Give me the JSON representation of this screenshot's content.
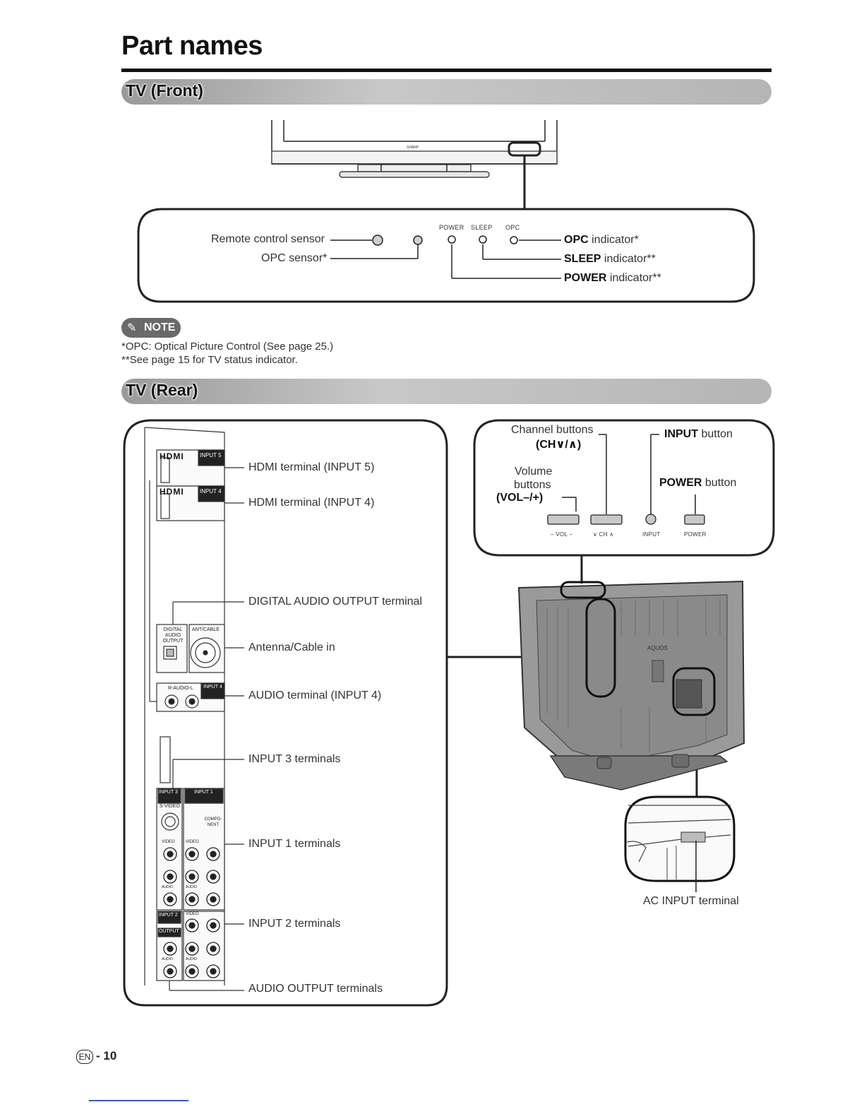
{
  "page": {
    "title": "Part names",
    "footer_lang": "EN",
    "footer_page": "- 10"
  },
  "front": {
    "heading": "TV (Front)",
    "logo": "SHARP",
    "remote_sensor": "Remote control sensor",
    "opc_sensor": "OPC sensor*",
    "top_power": "POWER",
    "top_sleep": "SLEEP",
    "top_opc": "OPC",
    "opc_ind_bold": "OPC",
    "opc_ind_rest": " indicator*",
    "sleep_ind_bold": "SLEEP",
    "sleep_ind_rest": " indicator**",
    "power_ind_bold": "POWER",
    "power_ind_rest": " indicator**"
  },
  "note": {
    "badge": "NOTE",
    "line1": "*OPC: Optical Picture Control (See page 25.)",
    "line2": "**See page 15 for TV status indicator."
  },
  "rear": {
    "heading": "TV (Rear)",
    "hdmi5": "HDMI terminal (INPUT 5)",
    "hdmi4": "HDMI terminal (INPUT 4)",
    "digital_audio": "DIGITAL AUDIO OUTPUT terminal",
    "antenna": "Antenna/Cable in",
    "audio4": "AUDIO terminal (INPUT 4)",
    "input3": "INPUT 3 terminals",
    "input1": "INPUT 1 terminals",
    "input2": "INPUT 2 terminals",
    "audio_out": "AUDIO OUTPUT terminals",
    "ac_input": "AC INPUT terminal",
    "panel_hdmi": "HDMI",
    "panel_input5": "INPUT 5",
    "panel_input4": "INPUT 4",
    "panel_digital": "DIGITAL AUDIO OUTPUT",
    "panel_antcable": "ANT/CABLE",
    "panel_raudiol": "R-AUDIO-L",
    "panel_input3": "INPUT 3",
    "panel_svideo": "S-VIDEO",
    "panel_input1": "INPUT 1",
    "panel_component": "COMPO-NENT",
    "panel_video": "VIDEO",
    "panel_audio": "AUDIO",
    "panel_input2": "INPUT 2",
    "panel_output": "OUTPUT",
    "tv_brand": "AQUOS"
  },
  "buttons": {
    "channel_line1": "Channel buttons",
    "channel_line2": "(CH∨/∧)",
    "volume_line1": "Volume",
    "volume_line2": "buttons",
    "volume_line3": "(VOL–/+)",
    "input_bold": "INPUT",
    "input_rest": " button",
    "power_bold": "POWER",
    "power_rest": " button",
    "lbl_vol": "– VOL –",
    "lbl_ch": "∨ CH ∧",
    "lbl_input": "INPUT",
    "lbl_power": "POWER"
  }
}
